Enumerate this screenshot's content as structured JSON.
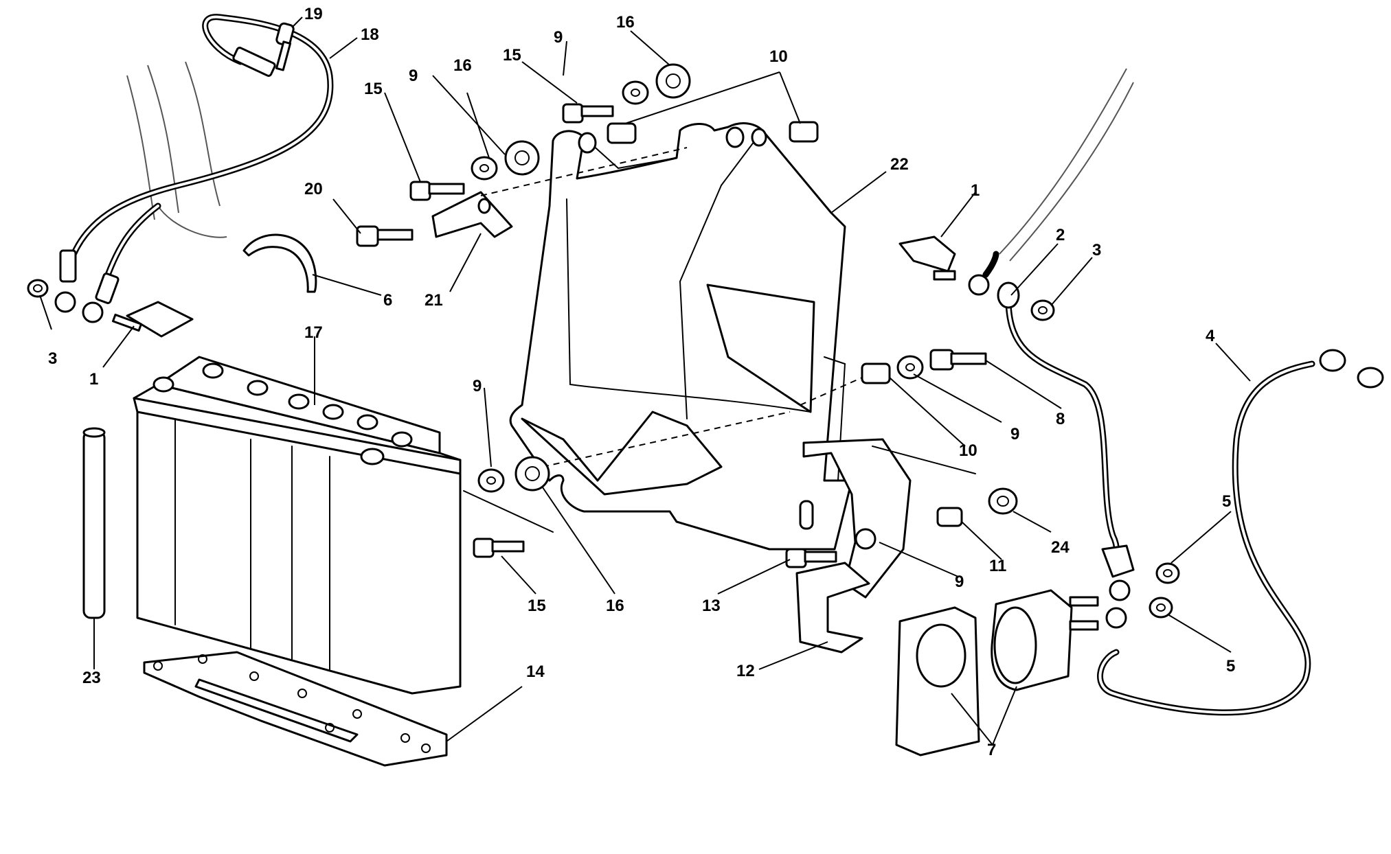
{
  "callouts": [
    {
      "id": "c19",
      "text": "19"
    },
    {
      "id": "c18",
      "text": "18"
    },
    {
      "id": "c9a",
      "text": "9"
    },
    {
      "id": "c16a",
      "text": "16"
    },
    {
      "id": "c15a",
      "text": "15"
    },
    {
      "id": "c9b",
      "text": "9"
    },
    {
      "id": "c16b",
      "text": "16"
    },
    {
      "id": "c10a",
      "text": "10"
    },
    {
      "id": "c15b",
      "text": "15"
    },
    {
      "id": "c9c",
      "text": "9"
    },
    {
      "id": "c20",
      "text": "20"
    },
    {
      "id": "c22",
      "text": "22"
    },
    {
      "id": "c1a",
      "text": "1"
    },
    {
      "id": "c2",
      "text": "2"
    },
    {
      "id": "c3a",
      "text": "3"
    },
    {
      "id": "c6",
      "text": "6"
    },
    {
      "id": "c21",
      "text": "21"
    },
    {
      "id": "c3b",
      "text": "3"
    },
    {
      "id": "c1b",
      "text": "1"
    },
    {
      "id": "c17",
      "text": "17"
    },
    {
      "id": "c4",
      "text": "4"
    },
    {
      "id": "c8",
      "text": "8"
    },
    {
      "id": "c9d",
      "text": "9"
    },
    {
      "id": "c9e",
      "text": "9"
    },
    {
      "id": "c10b",
      "text": "10"
    },
    {
      "id": "c5a",
      "text": "5"
    },
    {
      "id": "c24",
      "text": "24"
    },
    {
      "id": "c11",
      "text": "11"
    },
    {
      "id": "c15c",
      "text": "15"
    },
    {
      "id": "c16c",
      "text": "16"
    },
    {
      "id": "c13",
      "text": "13"
    },
    {
      "id": "c9f",
      "text": "9"
    },
    {
      "id": "c23",
      "text": "23"
    },
    {
      "id": "c14",
      "text": "14"
    },
    {
      "id": "c12",
      "text": "12"
    },
    {
      "id": "c5b",
      "text": "5"
    },
    {
      "id": "c7",
      "text": "7"
    }
  ]
}
